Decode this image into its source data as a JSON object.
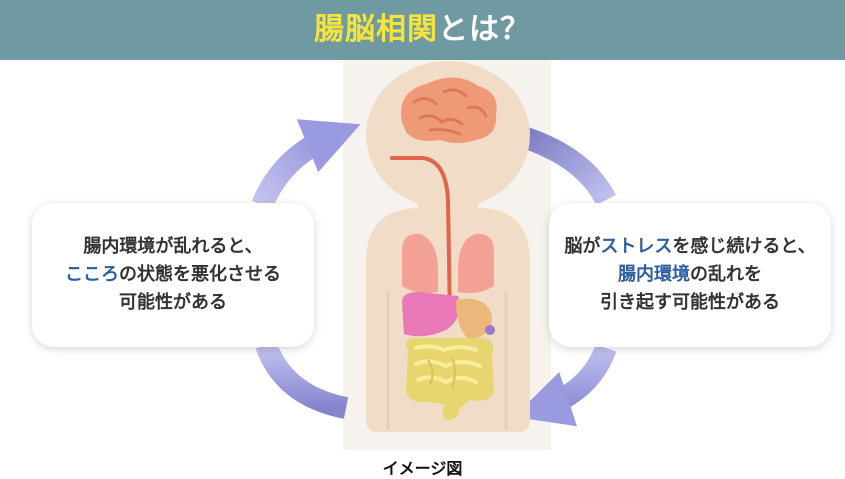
{
  "header": {
    "title_highlight": "腸脳相関",
    "title_rest": "とは？",
    "bg_color": "#6f9aa1",
    "highlight_color": "#f6e43c"
  },
  "left_box": {
    "line1": "腸内環境が乱れると、",
    "line2_accent": "こころ",
    "line2_rest": "の状態を悪化させる",
    "line3": "可能性がある"
  },
  "right_box": {
    "line1_pre": "脳が",
    "line1_accent": "ストレス",
    "line1_post": "を感じ続けると、",
    "line2_accent": "腸内環境",
    "line2_post": "の乱れを",
    "line3": "引き起す可能性がある"
  },
  "caption": "イメージ図",
  "colors": {
    "accent_text": "#2a5ea3",
    "arrow": "#8e8ed8",
    "skin": "#f1dcc7",
    "brain": "#ef9a76"
  }
}
